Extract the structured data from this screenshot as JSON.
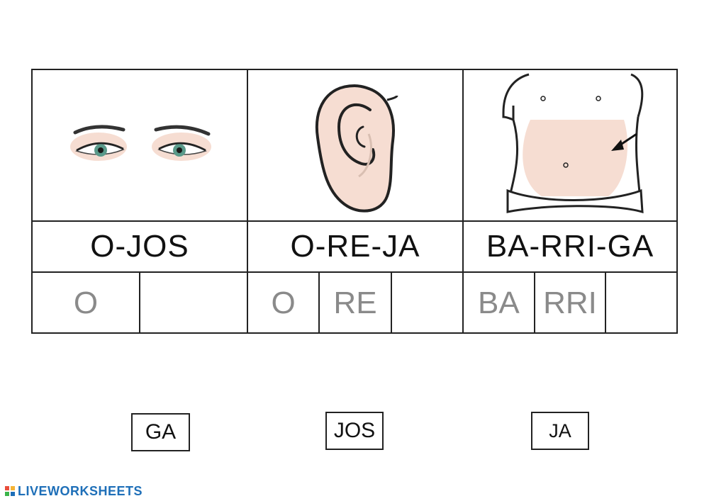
{
  "worksheet": {
    "words": [
      {
        "word": "O-JOS",
        "picture": "eyes-icon",
        "slots": [
          "O",
          ""
        ]
      },
      {
        "word": "O-RE-JA",
        "picture": "ear-icon",
        "slots": [
          "O",
          "RE",
          ""
        ]
      },
      {
        "word": "BA-RRI-GA",
        "picture": "belly-icon",
        "slots": [
          "BA",
          "RRI",
          ""
        ]
      }
    ]
  },
  "tiles": [
    "GA",
    "JOS",
    "JA"
  ],
  "brand": {
    "name": "LIVEWORKSHEETS",
    "color": "#1e6fb8"
  },
  "colors": {
    "skin": "#f6ddd2",
    "iris": "#5a9a8a",
    "line": "#222222",
    "hint": "#8a8a8a"
  }
}
